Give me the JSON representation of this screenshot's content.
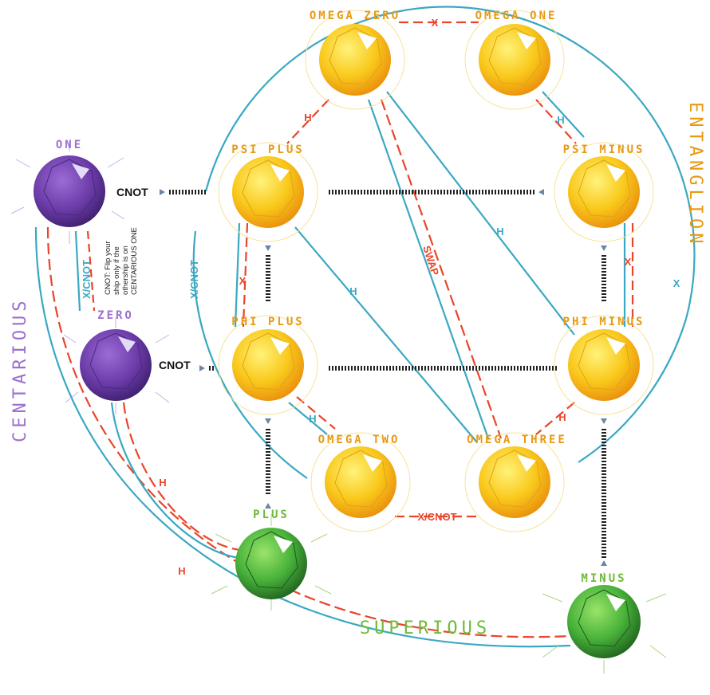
{
  "nodes": {
    "one": "ONE",
    "zero": "ZERO",
    "omega_zero": "OMEGA ZERO",
    "omega_one": "OMEGA ONE",
    "psi_plus": "PSI PLUS",
    "psi_minus": "PSI MINUS",
    "phi_plus": "PHI PLUS",
    "phi_minus": "PHI MINUS",
    "omega_two": "OMEGA TWO",
    "omega_three": "OMEGA THREE",
    "plus": "PLUS",
    "minus": "MINUS"
  },
  "regions": {
    "centarious": "CENTARIOUS",
    "superious": "SUPERIOUS",
    "entanglion": "ENTANGLION"
  },
  "edge_labels": {
    "x": "X",
    "h": "H",
    "swap": "SWAP",
    "x_cnot": "X/CNOT",
    "cnot": "CNOT"
  },
  "note": {
    "line1": "CNOT: Flip your",
    "line2": "ship only if the",
    "line3": "othership is on",
    "line4": "CENTARIOUS ONE"
  },
  "colors": {
    "purple": "#6a3aa6",
    "yellow": "#f7c51a",
    "green": "#3fa531",
    "blue": "#3aa8c2",
    "red": "#e9452a",
    "orange_text": "#e79a14",
    "purple_text": "#9d6fd0",
    "green_text": "#6dbb3a"
  }
}
